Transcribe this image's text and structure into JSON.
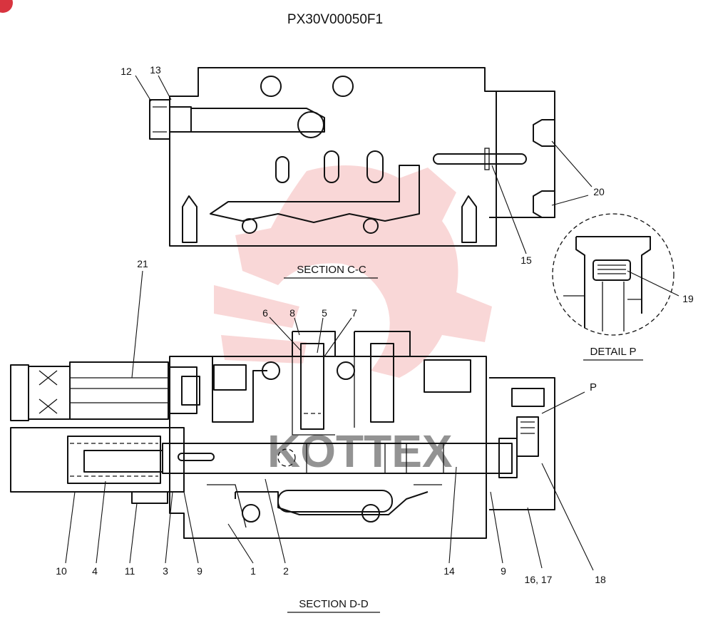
{
  "drawing_number": "PX30V00050F1",
  "watermark": "KOTTEX",
  "badge": "",
  "section_cc": "SECTION  C-C",
  "section_dd": "SECTION  D-D",
  "detail_p": "DETAIL  P",
  "callouts": {
    "c12": "12",
    "c13": "13",
    "c20": "20",
    "c15": "15",
    "c19": "19",
    "c21": "21",
    "c6": "6",
    "c8": "8",
    "c5": "5",
    "c7": "7",
    "cP": "P",
    "c10": "10",
    "c4": "4",
    "c11": "11",
    "c3": "3",
    "c9a": "9",
    "c1": "1",
    "c2": "2",
    "c14": "14",
    "c9b": "9",
    "c1617": "16, 17",
    "c18": "18"
  }
}
